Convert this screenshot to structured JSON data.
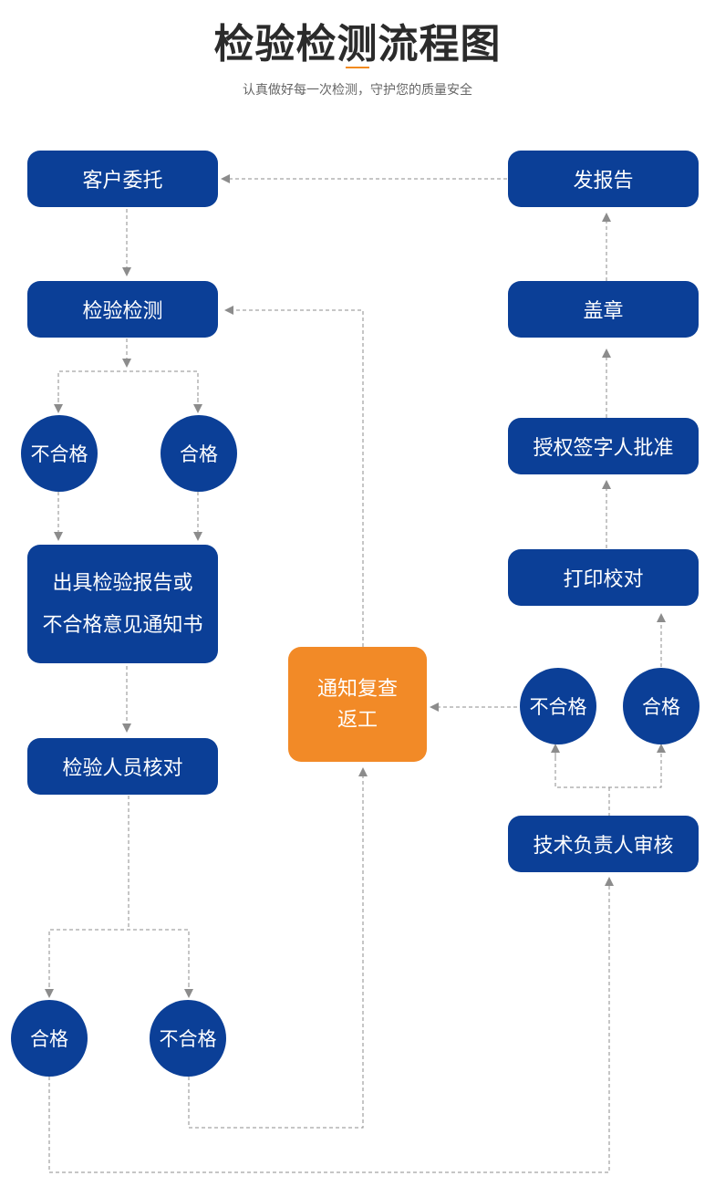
{
  "header": {
    "title": "检验检测流程图",
    "subtitle": "认真做好每一次检测，守护您的质量安全"
  },
  "nodes": {
    "client_commission": "客户委托",
    "inspection_testing": "检验检测",
    "unqualified_1": "不合格",
    "qualified_1": "合格",
    "issue_report_line1": "出具检验报告或",
    "issue_report_line2": "不合格意见通知书",
    "inspector_check": "检验人员核对",
    "qualified_2": "合格",
    "unqualified_2": "不合格",
    "notify_recheck_line1": "通知复查",
    "notify_recheck_line2": "返工",
    "send_report": "发报告",
    "seal": "盖章",
    "authorized_signatory": "授权签字人批准",
    "print_check": "打印校对",
    "unqualified_3": "不合格",
    "qualified_3": "合格",
    "tech_lead_review": "技术负责人审核"
  },
  "colors": {
    "node_blue": "#0b3f97",
    "node_orange": "#f28a27",
    "accent_line": "#f28a1e",
    "connector": "#8c8c8c"
  }
}
